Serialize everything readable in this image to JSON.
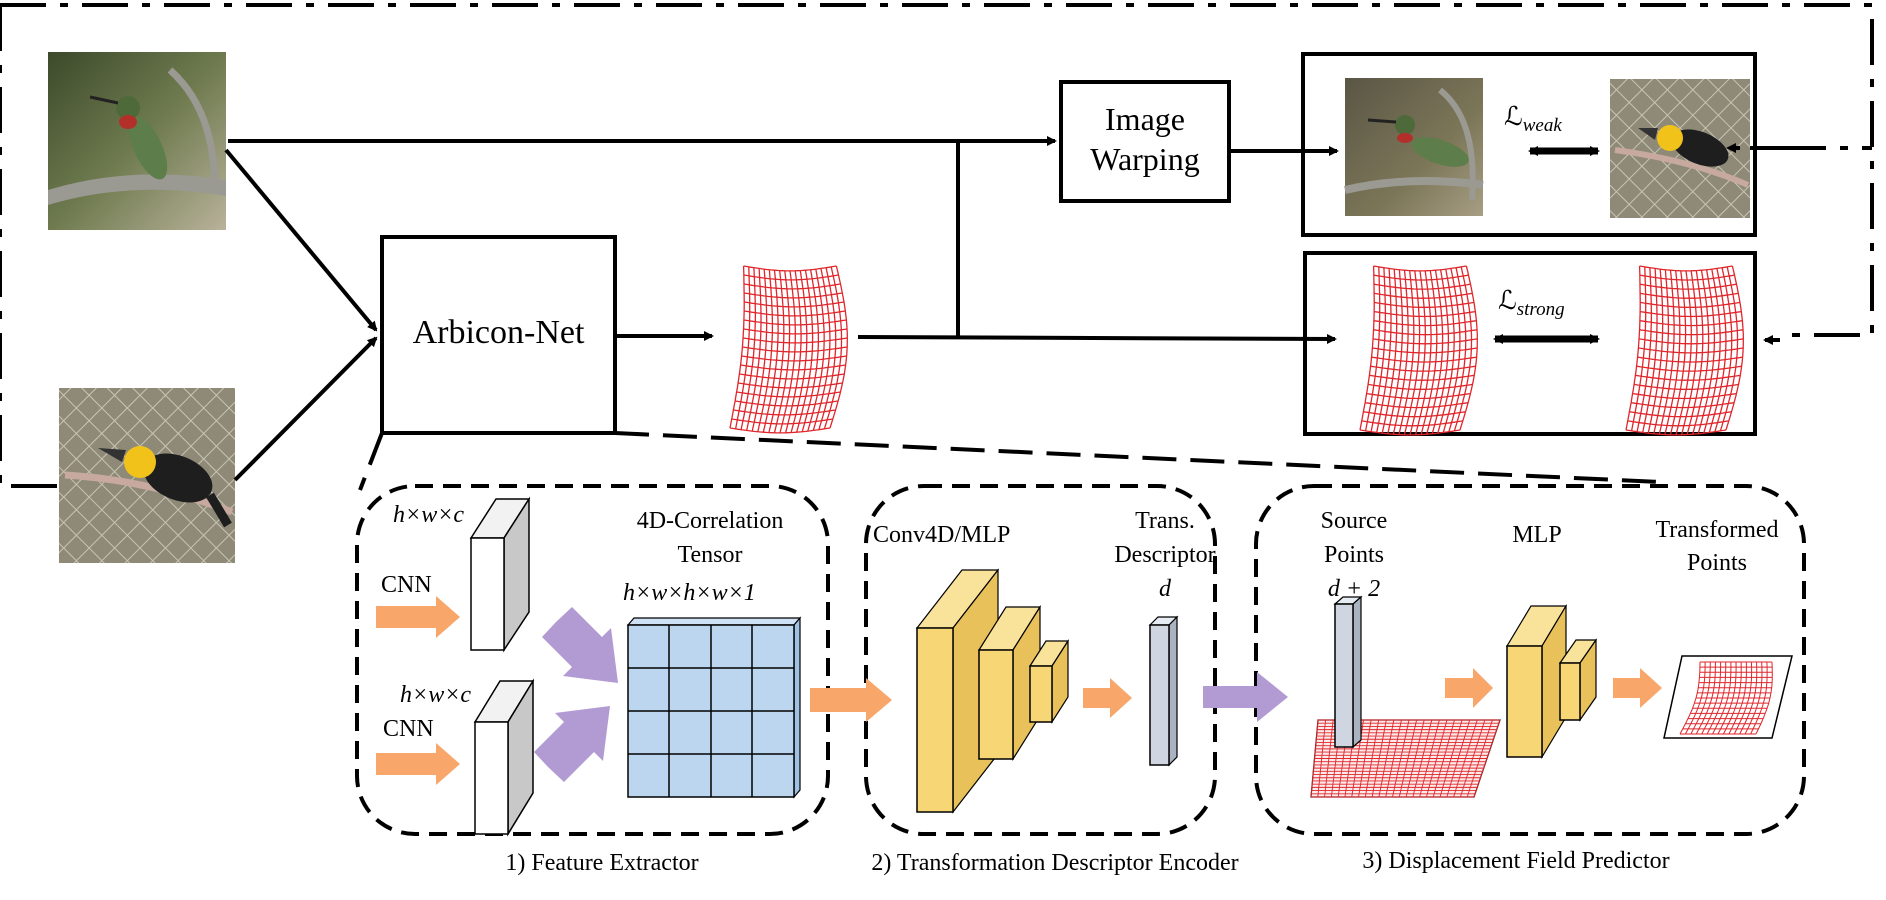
{
  "pipeline": {
    "image_warping_label_line1": "Image",
    "image_warping_label_line2": "Warping",
    "arbicon_net_label": "Arbicon-Net",
    "loss_weak": "ℒ",
    "loss_weak_sub": "weak",
    "loss_strong": "ℒ",
    "loss_strong_sub": "strong"
  },
  "feature_extractor": {
    "dims_top": "h×w×c",
    "dims_bottom": "h×w×c",
    "cnn_top": "CNN",
    "cnn_bottom": "CNN",
    "tensor_title_line1": "4D-Correlation",
    "tensor_title_line2": "Tensor",
    "tensor_dims": "h×w×h×w×1",
    "caption": "1) Feature Extractor"
  },
  "descriptor_encoder": {
    "conv_label": "Conv4D/MLP",
    "trans_line1": "Trans.",
    "trans_line2": "Descriptor",
    "trans_symbol": "d",
    "caption": "2) Transformation Descriptor Encoder"
  },
  "displacement_predictor": {
    "source_line1": "Source",
    "source_line2": "Points",
    "source_dims": "d + 2",
    "mlp_label": "MLP",
    "transformed_line1": "Transformed",
    "transformed_line2": "Points",
    "caption": "3) Displacement Field Predictor"
  },
  "colors": {
    "orange_arrow": "#f8a66a",
    "purple_arrow": "#b29bd3",
    "yellow_block": "#f7d676",
    "yellow_block_side": "#e8b93a",
    "tensor_blue": "#bcd6ef",
    "gray_block": "#c9c9c9",
    "grid_red": "#e0262b"
  }
}
